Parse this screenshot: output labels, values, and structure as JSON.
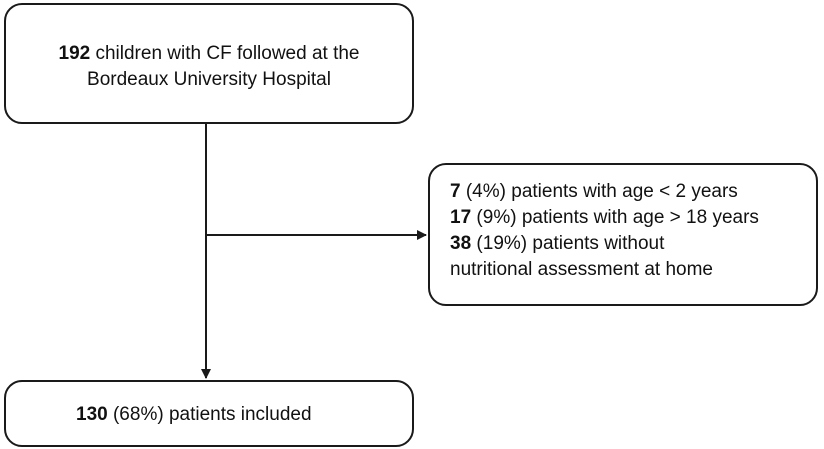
{
  "top_box": {
    "count": "192",
    "line1_rest": " children with CF followed at the",
    "line2": "Bordeaux University Hospital"
  },
  "exclusion_box": {
    "items": [
      {
        "count": "7",
        "text": " (4%) patients with age < 2 years"
      },
      {
        "count": "17",
        "text": " (9%) patients with age > 18 years"
      },
      {
        "count": "38",
        "text": " (19%) patients without"
      }
    ],
    "continuation": "nutritional assessment at home"
  },
  "bottom_box": {
    "count": "130",
    "text": " (68%) patients included"
  },
  "colors": {
    "border": "#1a1a1a",
    "text": "#111111",
    "background": "#ffffff"
  }
}
